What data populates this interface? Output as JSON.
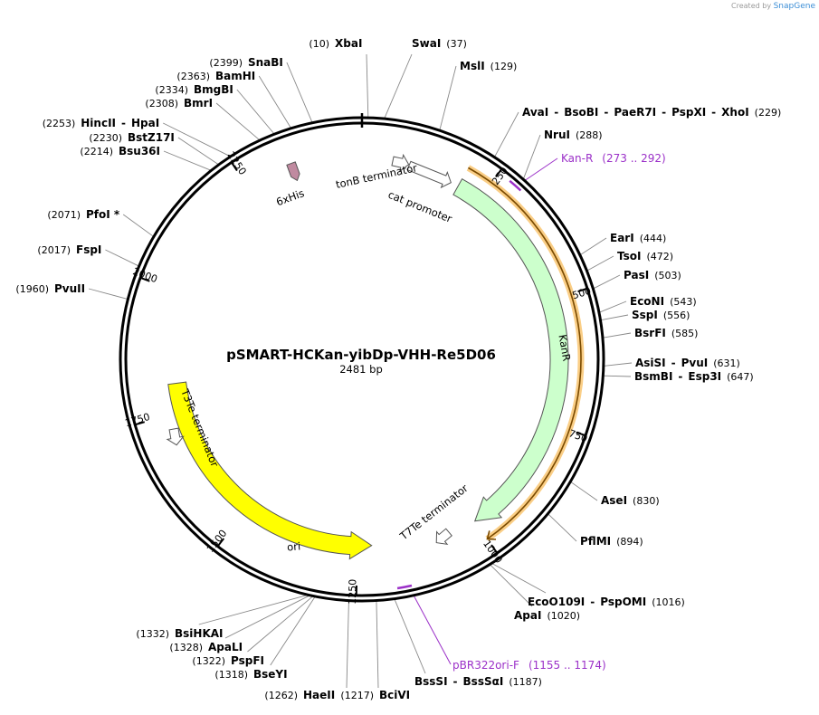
{
  "credit": {
    "prefix": "Created by",
    "brand": "SnapGene"
  },
  "plasmid": {
    "name": "pSMART-HCKan-yibDp-VHH-Re5D06",
    "length_label": "2481 bp",
    "length": 2481
  },
  "colors": {
    "kanR": "#ccffcc",
    "ori": "#ffff00",
    "sixHis": "#c08aa0",
    "primer": "#9b30c8",
    "primerHighlight": "#f5a623"
  },
  "ticks": [
    {
      "pos": 250,
      "label": "250"
    },
    {
      "pos": 500,
      "label": "500"
    },
    {
      "pos": 750,
      "label": "750"
    },
    {
      "pos": 1000,
      "label": "1000"
    },
    {
      "pos": 1250,
      "label": "1250"
    },
    {
      "pos": 1500,
      "label": "1500"
    },
    {
      "pos": 1750,
      "label": "1750"
    },
    {
      "pos": 2000,
      "label": "2000"
    },
    {
      "pos": 2250,
      "label": "2250"
    }
  ],
  "sites": [
    {
      "pos": 10,
      "names": [
        "XbaI"
      ],
      "coord": "(10)",
      "side": "L"
    },
    {
      "pos": 37,
      "names": [
        "SwaI"
      ],
      "coord": "(37)",
      "side": "R"
    },
    {
      "pos": 129,
      "names": [
        "MslI"
      ],
      "coord": "(129)",
      "side": "R"
    },
    {
      "pos": 229,
      "names": [
        "AvaI",
        "BsoBI",
        "PaeR7I",
        "PspXI",
        "XhoI"
      ],
      "coord": "(229)",
      "side": "R"
    },
    {
      "pos": 288,
      "names": [
        "NruI"
      ],
      "coord": "(288)",
      "side": "R"
    },
    {
      "pos": 444,
      "names": [
        "EarI"
      ],
      "coord": "(444)",
      "side": "R"
    },
    {
      "pos": 472,
      "names": [
        "TsoI"
      ],
      "coord": "(472)",
      "side": "R"
    },
    {
      "pos": 503,
      "names": [
        "PasI"
      ],
      "coord": "(503)",
      "side": "R"
    },
    {
      "pos": 543,
      "names": [
        "EcoNI"
      ],
      "coord": "(543)",
      "side": "R"
    },
    {
      "pos": 556,
      "names": [
        "SspI"
      ],
      "coord": "(556)",
      "side": "R"
    },
    {
      "pos": 585,
      "names": [
        "BsrFI"
      ],
      "coord": "(585)",
      "side": "R"
    },
    {
      "pos": 631,
      "names": [
        "AsiSI",
        "PvuI"
      ],
      "coord": "(631)",
      "side": "R"
    },
    {
      "pos": 647,
      "names": [
        "BsmBI",
        "Esp3I"
      ],
      "coord": "(647)",
      "side": "R"
    },
    {
      "pos": 830,
      "names": [
        "AseI"
      ],
      "coord": "(830)",
      "side": "R"
    },
    {
      "pos": 894,
      "names": [
        "PflMI"
      ],
      "coord": "(894)",
      "side": "R"
    },
    {
      "pos": 1016,
      "names": [
        "EcoO109I",
        "PspOMI"
      ],
      "coord": "(1016)",
      "side": "R"
    },
    {
      "pos": 1020,
      "names": [
        "ApaI"
      ],
      "coord": "(1020)",
      "side": "R"
    },
    {
      "pos": 1187,
      "names": [
        "BssSI",
        "BssSαI"
      ],
      "coord": "(1187)",
      "side": "R"
    },
    {
      "pos": 1217,
      "names": [
        "BciVI"
      ],
      "coord": "(1217)",
      "side": "L"
    },
    {
      "pos": 1262,
      "names": [
        "HaeII"
      ],
      "coord": "(1262)",
      "side": "L"
    },
    {
      "pos": 1318,
      "names": [
        "BseYI"
      ],
      "coord": "(1318)",
      "side": "L"
    },
    {
      "pos": 1322,
      "names": [
        "PspFI"
      ],
      "coord": "(1322)",
      "side": "L"
    },
    {
      "pos": 1328,
      "names": [
        "ApaLI"
      ],
      "coord": "(1328)",
      "side": "L"
    },
    {
      "pos": 1332,
      "names": [
        "BsiHKAI"
      ],
      "coord": "(1332)",
      "side": "L"
    },
    {
      "pos": 1960,
      "names": [
        "PvuII"
      ],
      "coord": "(1960)",
      "side": "L"
    },
    {
      "pos": 2017,
      "names": [
        "FspI"
      ],
      "coord": "(2017)",
      "side": "L"
    },
    {
      "pos": 2071,
      "names": [
        "PfoI *"
      ],
      "coord": "(2071)",
      "side": "L"
    },
    {
      "pos": 2214,
      "names": [
        "Bsu36I"
      ],
      "coord": "(2214)",
      "side": "L"
    },
    {
      "pos": 2230,
      "names": [
        "BstZ17I"
      ],
      "coord": "(2230)",
      "side": "L"
    },
    {
      "pos": 2253,
      "names": [
        "HincII",
        "HpaI"
      ],
      "coord": "(2253)",
      "side": "L"
    },
    {
      "pos": 2308,
      "names": [
        "BmrI"
      ],
      "coord": "(2308)",
      "side": "L"
    },
    {
      "pos": 2334,
      "names": [
        "BmgBI"
      ],
      "coord": "(2334)",
      "side": "L"
    },
    {
      "pos": 2363,
      "names": [
        "BamHI"
      ],
      "coord": "(2363)",
      "side": "L"
    },
    {
      "pos": 2399,
      "names": [
        "SnaBI"
      ],
      "coord": "(2399)",
      "side": "L"
    }
  ],
  "primers": [
    {
      "name": "Kan-R",
      "range": "(273 .. 292)",
      "start": 273,
      "end": 292
    },
    {
      "name": "pBR322ori-F",
      "range": "(1155 .. 1174)",
      "start": 1155,
      "end": 1174
    }
  ],
  "features": [
    {
      "name": "KanR",
      "start": 200,
      "end": 1000,
      "strand": 1
    },
    {
      "name": "ori",
      "start": 1220,
      "end": 1810,
      "strand": -1
    },
    {
      "name": "6xHis",
      "start": 2390,
      "end": 2420
    },
    {
      "name": "tonB terminator",
      "start": 130,
      "end": 170
    },
    {
      "name": "cat promoter",
      "start": 170,
      "end": 250
    },
    {
      "name": "T7Te terminator",
      "start": 1065,
      "end": 1100
    },
    {
      "name": "T3Te terminator",
      "start": 1795,
      "end": 1830
    }
  ]
}
